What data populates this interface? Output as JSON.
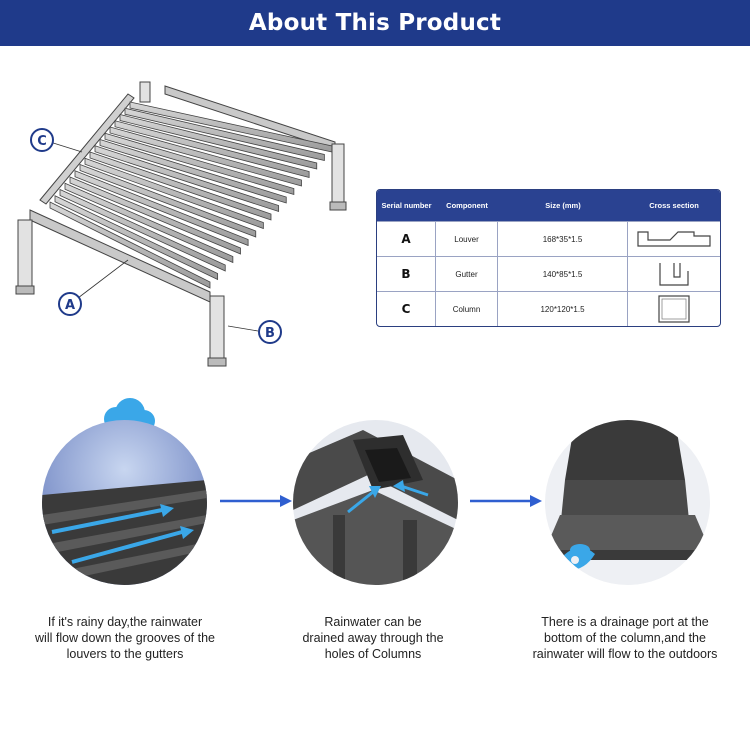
{
  "banner": {
    "title": "About This Product"
  },
  "diagram": {
    "labels": {
      "a": "A",
      "b": "B",
      "c": "C"
    }
  },
  "spec_table": {
    "headers": [
      "Serial number",
      "Component",
      "Size (mm)",
      "Cross section"
    ],
    "rows": [
      {
        "serial": "A",
        "component": "Louver",
        "size": "168*35*1.5"
      },
      {
        "serial": "B",
        "component": "Gutter",
        "size": "140*85*1.5"
      },
      {
        "serial": "C",
        "component": "Column",
        "size": "120*120*1.5"
      }
    ]
  },
  "steps": [
    {
      "caption_lines": [
        "If it's rainy day,the rainwater",
        "will flow down the grooves of the",
        "louvers to the gutters"
      ]
    },
    {
      "caption_lines": [
        "Rainwater can be",
        "drained away through the",
        "holes of Columns"
      ]
    },
    {
      "caption_lines": [
        "There is a drainage port at the",
        "bottom of the column,and the",
        "rainwater will flow to the outdoors"
      ]
    }
  ],
  "colors": {
    "brand": "#1f3a8a",
    "water": "#3aa7e8",
    "flow_arrow": "#2f5fd0"
  }
}
